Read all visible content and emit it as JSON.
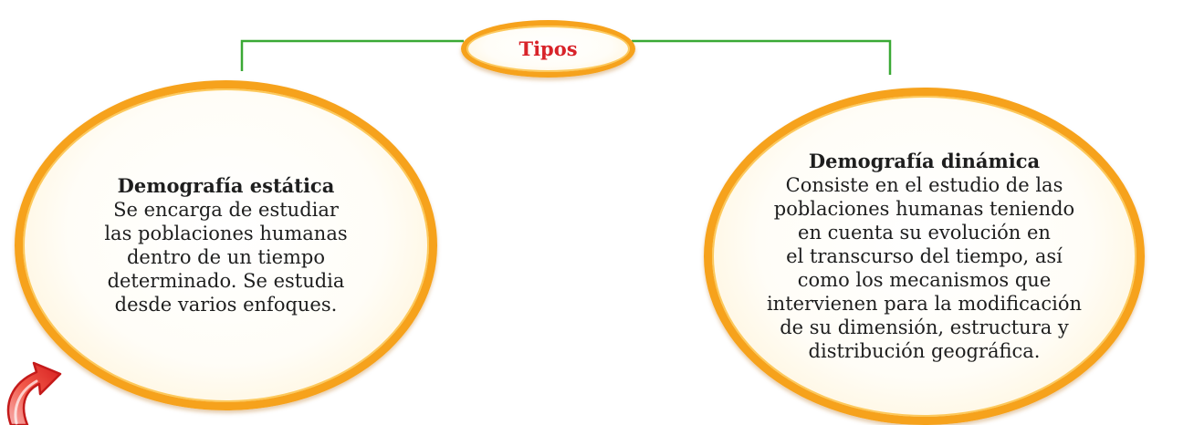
{
  "root": {
    "label": "Tipos"
  },
  "left": {
    "title": "Demografía estática",
    "lines": [
      "Se encarga de estudiar",
      "las poblaciones humanas",
      "dentro de un tiempo",
      "determinado. Se estudia",
      "desde varios enfoques."
    ]
  },
  "right": {
    "title": "Demografía dinámica",
    "lines": [
      "Consiste en el estudio de las",
      "poblaciones humanas teniendo",
      "en cuenta su evolución en",
      "el transcurso del tiempo, así",
      "como los mecanismos que",
      "intervienen para la modificación",
      "de su dimensión, estructura y",
      "distribución geográfica."
    ]
  },
  "colors": {
    "connector": "#3aa935",
    "node_border": "#f6a21c",
    "root_text": "#d8232a",
    "arrow": "#e8251f"
  },
  "icons": {
    "corner": "curved-arrow-icon"
  }
}
